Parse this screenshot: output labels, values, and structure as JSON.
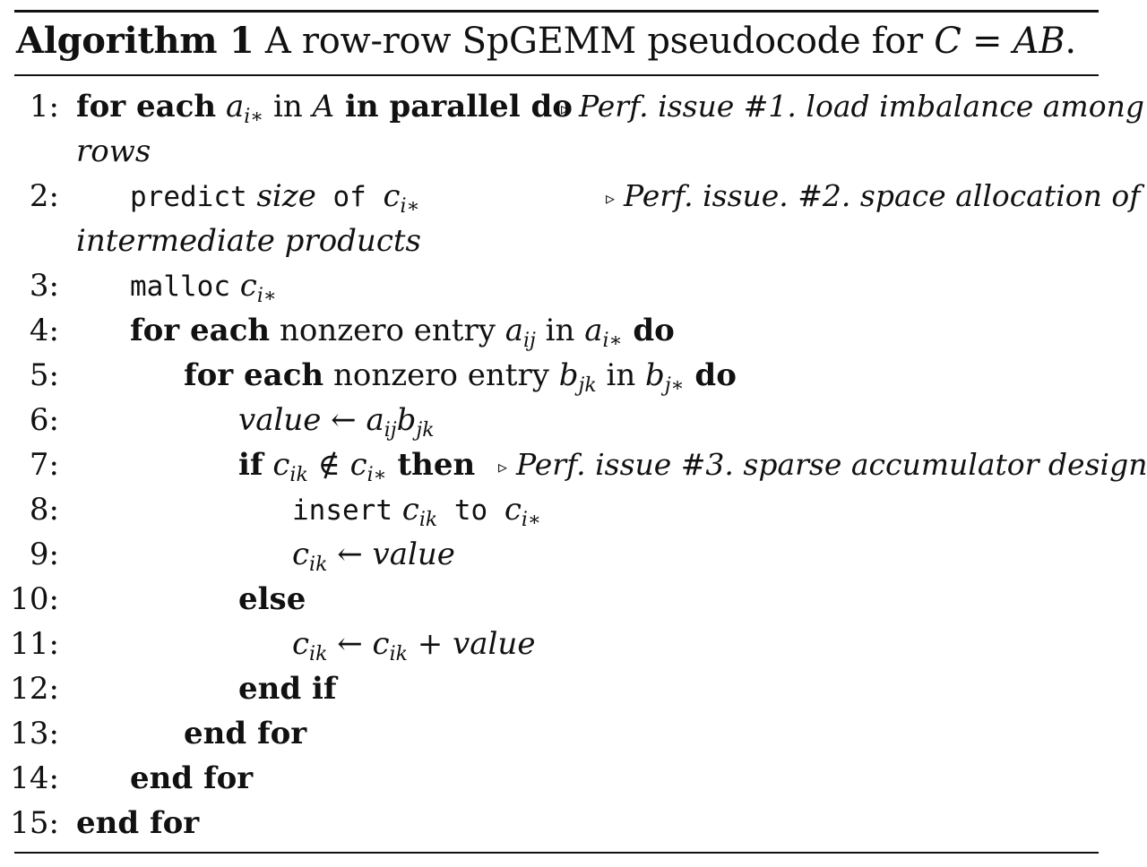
{
  "caption": {
    "label": "Algorithm 1",
    "text": " A row-row SpGEMM pseudocode for ",
    "math": "C = AB",
    "period": "."
  },
  "lines": [
    {
      "num": "1:",
      "parts": [
        "for each",
        " a",
        "i∗",
        " in ",
        "A",
        " in parallel do"
      ],
      "comment": "Perf. issue #1. load imbalance among",
      "cont": "rows"
    },
    {
      "num": "2:",
      "parts": [
        "predict",
        " size",
        " of ",
        "c",
        "i∗"
      ],
      "comment": "Perf. issue. #2. space allocation of",
      "cont": "intermediate products"
    },
    {
      "num": "3:",
      "parts": [
        "malloc",
        " c",
        "i∗"
      ]
    },
    {
      "num": "4:",
      "parts": [
        "for each",
        " nonzero entry ",
        "a",
        "ij",
        " in ",
        "a",
        "i∗",
        " do"
      ]
    },
    {
      "num": "5:",
      "parts": [
        "for each",
        " nonzero entry ",
        "b",
        "jk",
        " in ",
        "b",
        "j∗",
        " do"
      ]
    },
    {
      "num": "6:",
      "parts": [
        "value",
        " ← ",
        "a",
        "ij",
        "b",
        "jk"
      ]
    },
    {
      "num": "7:",
      "parts": [
        "if",
        " c",
        "ik",
        " ∉ ",
        "c",
        "i∗",
        " then"
      ],
      "comment": "Perf. issue #3. sparse accumulator design"
    },
    {
      "num": "8:",
      "parts": [
        "insert",
        " c",
        "ik",
        " to ",
        "c",
        "i∗"
      ]
    },
    {
      "num": "9:",
      "parts": [
        "c",
        "ik",
        " ← ",
        "value"
      ]
    },
    {
      "num": "10:",
      "parts": [
        "else"
      ]
    },
    {
      "num": "11:",
      "parts": [
        "c",
        "ik",
        " ← ",
        "c",
        "ik",
        " + ",
        "value"
      ]
    },
    {
      "num": "12:",
      "parts": [
        "end if"
      ]
    },
    {
      "num": "13:",
      "parts": [
        "end for"
      ]
    },
    {
      "num": "14:",
      "parts": [
        "end for"
      ]
    },
    {
      "num": "15:",
      "parts": [
        "end for"
      ]
    }
  ],
  "comment_marker": "▹"
}
